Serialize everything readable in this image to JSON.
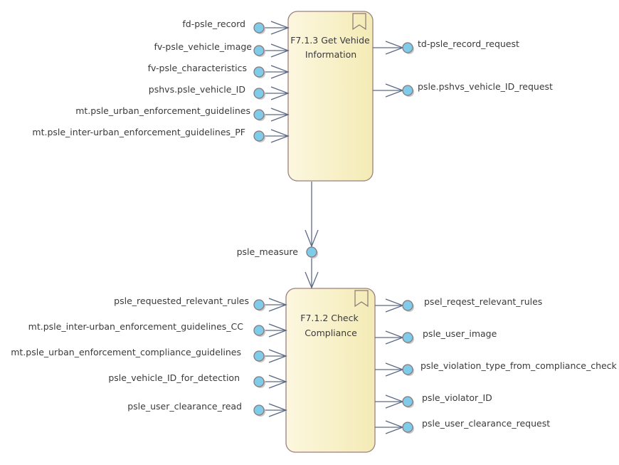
{
  "diagram": {
    "type": "activity-diagram",
    "colors": {
      "action_fill_light": "#fcf7df",
      "action_fill_dark": "#f4ebb5",
      "action_border": "#9b8080",
      "pin_fill": "#7ecbea",
      "edge": "#5d6a85",
      "text": "#3a3a3a"
    },
    "actions": [
      {
        "id": "get-vehicle-information",
        "title_lines": [
          "F7.1.3 Get Vehide",
          "Information"
        ],
        "icon": "bookmark-icon",
        "inputs": [
          "fd-psle_record",
          "fv-psle_vehicle_image",
          "fv-psle_characteristics",
          "pshvs.psle_vehicle_ID",
          "mt.psle_urban_enforcement_guidelines",
          "mt.psle_inter-urban_enforcement_guidelines_PF"
        ],
        "outputs": [
          "td-psle_record_request",
          "psle.pshvs_vehicle_ID_request"
        ]
      },
      {
        "id": "check-compliance",
        "title_lines": [
          "F7.1.2 Check",
          "Compliance"
        ],
        "icon": "bookmark-icon",
        "inputs": [
          "psle_requested_relevant_rules",
          "mt.psle_inter-urban_enforcement_guidelines_CC",
          "mt.psle_urban_enforcement_compliance_guidelines",
          "psle_vehicle_ID_for_detection",
          "psle_user_clearance_read"
        ],
        "outputs": [
          "psel_reqest_relevant_rules",
          "psle_user_image",
          "psle_violation_type_from_compliance_check",
          "psle_violator_ID",
          "psle_user_clearance_request"
        ]
      }
    ],
    "connector": {
      "from": "get-vehicle-information",
      "to": "check-compliance",
      "pin_label": "psle_measure"
    }
  }
}
